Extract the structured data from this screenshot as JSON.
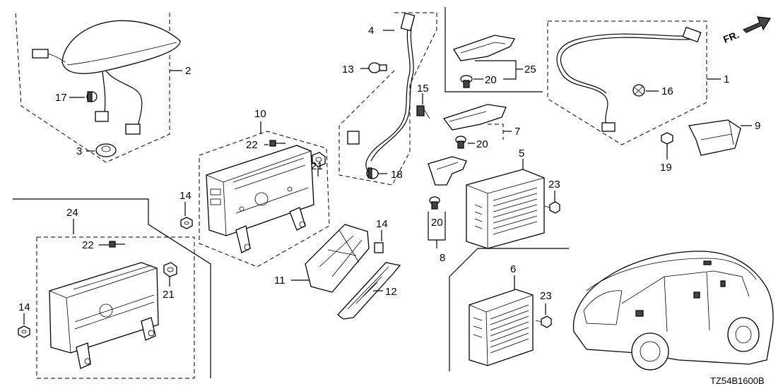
{
  "diagram": {
    "orientation_label": "FR.",
    "diagram_code": "TZ54B1600B",
    "callouts": {
      "c1": "1",
      "c2": "2",
      "c3": "3",
      "c4": "4",
      "c5": "5",
      "c6": "6",
      "c7": "7",
      "c8": "8",
      "c9": "9",
      "c10": "10",
      "c11": "11",
      "c12": "12",
      "c13": "13",
      "c14a": "14",
      "c14b": "14",
      "c14c": "14",
      "c15": "15",
      "c16": "16",
      "c17": "17",
      "c18": "18",
      "c19": "19",
      "c20a": "20",
      "c20b": "20",
      "c20c": "20",
      "c21a": "21",
      "c21b": "21",
      "c22a": "22",
      "c22b": "22",
      "c23a": "23",
      "c23b": "23",
      "c24": "24",
      "c25": "25"
    }
  }
}
